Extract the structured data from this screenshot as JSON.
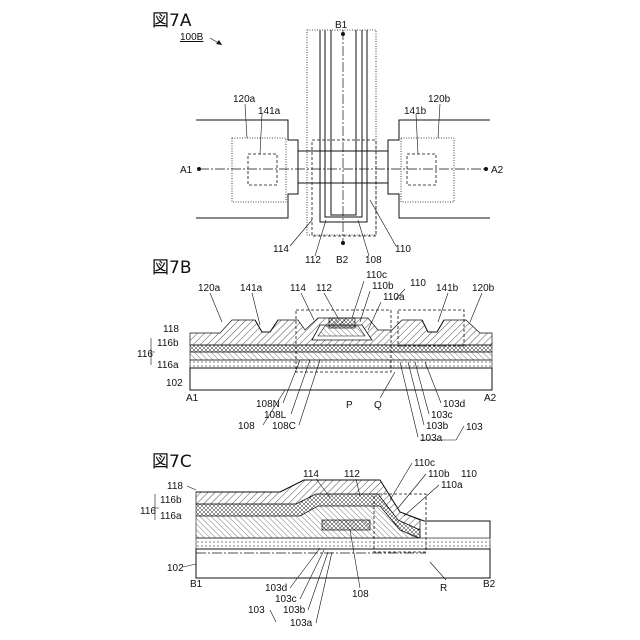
{
  "figures": {
    "a": {
      "title": "図7A",
      "labels": {
        "ref": "100B",
        "b1": "B1",
        "b2": "B2",
        "a1": "A1",
        "a2": "A2",
        "l120a": "120a",
        "l120b": "120b",
        "l141a": "141a",
        "l141b": "141b",
        "l114": "114",
        "l112": "112",
        "l108": "108",
        "l110": "110"
      }
    },
    "b": {
      "title": "図7B",
      "labels": {
        "l120a": "120a",
        "l141a": "141a",
        "l114": "114",
        "l112": "112",
        "l110c": "110c",
        "l110b": "110b",
        "l110a": "110a",
        "l110": "110",
        "l141b": "141b",
        "l120b": "120b",
        "l118": "118",
        "l116b": "116b",
        "l116": "116",
        "l116a": "116a",
        "l102": "102",
        "a1": "A1",
        "a2": "A2",
        "l108n": "108N",
        "l108l": "108L",
        "l108c": "108C",
        "l108": "108",
        "p": "P",
        "q": "Q",
        "l103d": "103d",
        "l103c": "103c",
        "l103b": "103b",
        "l103a": "103a",
        "l103": "103"
      }
    },
    "c": {
      "title": "図7C",
      "labels": {
        "l114": "114",
        "l112": "112",
        "l110c": "110c",
        "l110b": "110b",
        "l110": "110",
        "l110a": "110a",
        "l118": "118",
        "l116b": "116b",
        "l116": "116",
        "l116a": "116a",
        "l102": "102",
        "b1": "B1",
        "b2": "B2",
        "r": "R",
        "l108": "108",
        "l103d": "103d",
        "l103c": "103c",
        "l103b": "103b",
        "l103": "103",
        "l103a": "103a"
      }
    }
  }
}
